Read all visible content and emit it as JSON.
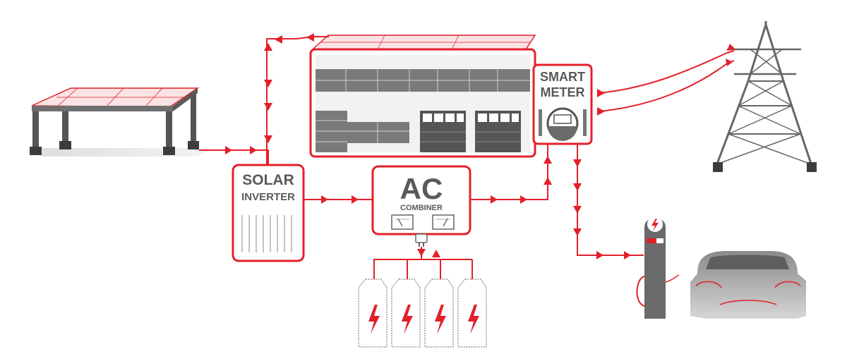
{
  "labels": {
    "solar_inverter_line1": "SOLAR",
    "solar_inverter_line2": "INVERTER",
    "ac_combiner_main": "AC",
    "ac_combiner_sub": "COMBINER",
    "smart_meter_line1": "SMART",
    "smart_meter_line2": "METER"
  },
  "colors": {
    "accent": "#e3202a",
    "grey_dark": "#4d4d4d",
    "grey_mid": "#6f6f6f",
    "grey_light": "#c8c8c8",
    "text": "#5a5a5a"
  },
  "icons": {
    "carport": "solar-carport-icon",
    "house": "house-with-solar-roof-icon",
    "tower": "transmission-tower-icon",
    "batteries": "battery-bank-icon",
    "charger": "ev-charger-icon",
    "car": "electric-car-icon"
  }
}
